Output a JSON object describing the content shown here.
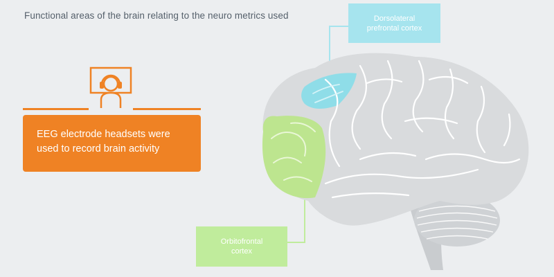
{
  "title": "Functional areas of the brain relating to the neuro metrics used",
  "eeg_box": {
    "line1": "EEG electrode headsets were",
    "line2": "used to record brain activity"
  },
  "callouts": {
    "dlpfc": {
      "line1": "Dorsolateral",
      "line2": "prefrontal cortex"
    },
    "ofc": {
      "line1": "Orbitofrontal",
      "line2": "cortex"
    }
  },
  "colors": {
    "orange": "#ef8224",
    "dlpfc": "#a6e4ee",
    "ofc": "#c0ec9c",
    "brain": "#d9dbdd"
  },
  "icons": {
    "eeg": "person-with-eeg-headset-icon"
  }
}
